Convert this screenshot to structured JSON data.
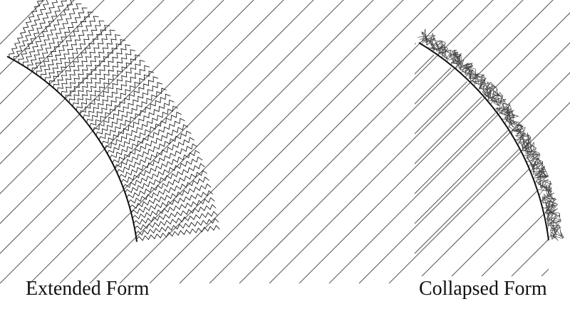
{
  "captions": {
    "extended": "Extended Form",
    "collapsed": "Collapsed Form"
  },
  "colors": {
    "stroke": "#222222",
    "background": "#ffffff"
  },
  "panels": [
    {
      "name": "extended-form",
      "chain_style": "straight-zigzag"
    },
    {
      "name": "collapsed-form",
      "chain_style": "collapsed-coil"
    }
  ]
}
